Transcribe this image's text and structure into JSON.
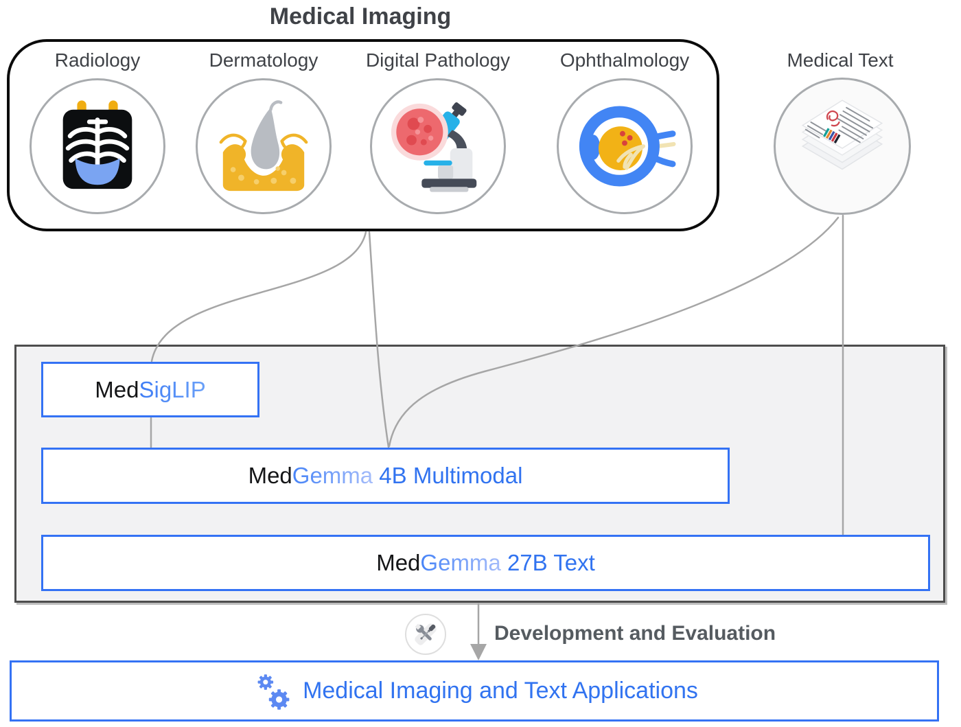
{
  "medical_imaging": {
    "title": "Medical Imaging",
    "modalities": [
      {
        "label": "Radiology",
        "icon": "radiology-icon"
      },
      {
        "label": "Dermatology",
        "icon": "dermatology-icon"
      },
      {
        "label": "Digital Pathology",
        "icon": "digital-pathology-icon"
      },
      {
        "label": "Ophthalmology",
        "icon": "ophthalmology-icon"
      }
    ]
  },
  "medical_text": {
    "label": "Medical Text",
    "icon": "document-stack-icon"
  },
  "models": {
    "medsiglip": {
      "prefix": "Med",
      "suffix": "SigLIP"
    },
    "medgemma_4b": {
      "prefix": "Med",
      "brand": "Gemma",
      "suffix": " 4B Multimodal"
    },
    "medgemma_27b": {
      "prefix": "Med",
      "brand": "Gemma",
      "suffix": " 27B Text"
    }
  },
  "flow": {
    "arrow_label": "Development and Evaluation",
    "icon": "tools-icon"
  },
  "applications": {
    "label": "Medical Imaging and Text Applications",
    "icon": "gears-icon"
  },
  "colors": {
    "accent_blue": "#3472f4",
    "gemma_gradient_start": "#4683f7",
    "gemma_gradient_end": "#a6bdfa",
    "connector_gray": "#a6a6a6",
    "panel_fill": "#f2f2f3",
    "panel_border": "#4d4d4d",
    "container_border": "#0b0b0b",
    "text_dark": "#3f4247"
  }
}
